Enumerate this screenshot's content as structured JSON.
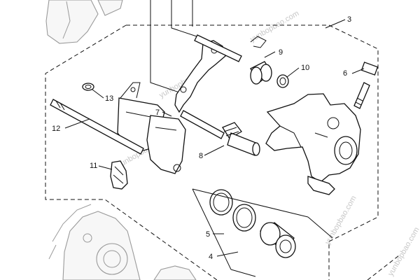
{
  "callouts": {
    "c3": "3",
    "c4": "4",
    "c5": "5",
    "c6": "6",
    "c7": "7",
    "c8": "8",
    "c9": "9",
    "c10": "10",
    "c11": "11",
    "c12": "12",
    "c13": "13"
  },
  "watermarks": {
    "w1": "yunbopbao.com",
    "w2": "yunbopbao.com",
    "w3": "yunbopbao.com",
    "w4": "yunbopbao.com",
    "w5": "yunbopbao.com"
  },
  "colors": {
    "line": "#111111",
    "faded": "#9a9a9a",
    "watermark": "#c7c7c7"
  }
}
